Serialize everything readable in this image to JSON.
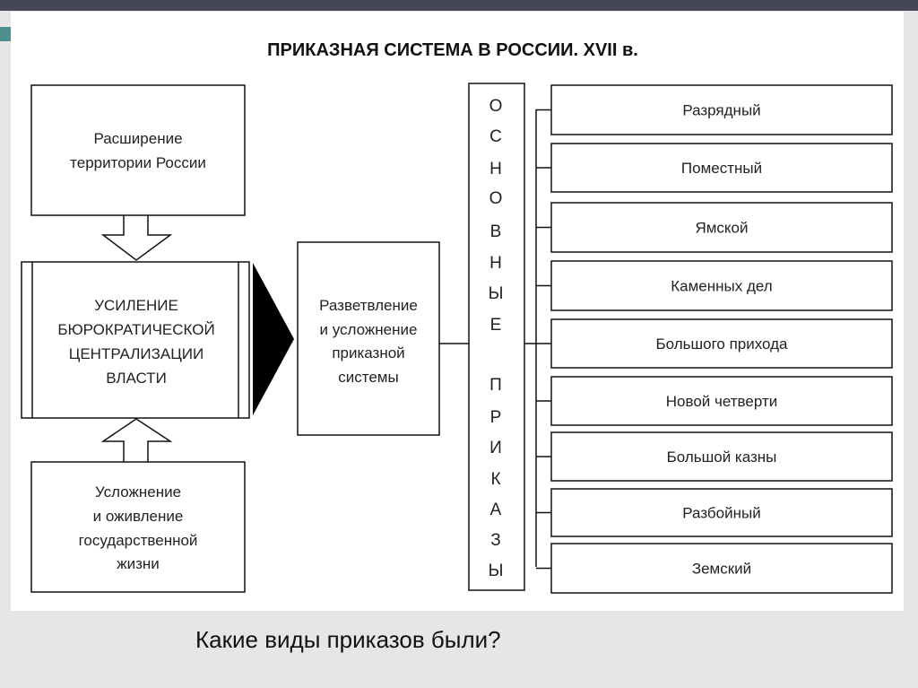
{
  "title": "ПРИКАЗНАЯ СИСТЕМА В РОССИИ. XVII в.",
  "left_boxes": {
    "expansion": [
      "Расширение",
      "территории России"
    ],
    "centralization": [
      "УСИЛЕНИЕ",
      "БЮРОКРАТИЧЕСКОЙ",
      "ЦЕНТРАЛИЗАЦИИ",
      "ВЛАСТИ"
    ],
    "state_life": [
      "Усложнение",
      "и оживление",
      "государственной",
      "жизни"
    ]
  },
  "middle_box": [
    "Разветвление",
    "и усложнение",
    "приказной",
    "системы"
  ],
  "vertical_label": {
    "word1": [
      "О",
      "С",
      "Н",
      "О",
      "В",
      "Н",
      "Ы",
      "Е"
    ],
    "word2": [
      "П",
      "Р",
      "И",
      "К",
      "А",
      "З",
      "Ы"
    ]
  },
  "prikazy": [
    "Разрядный",
    "Поместный",
    "Ямской",
    "Каменных дел",
    "Большого прихода",
    "Новой четверти",
    "Большой казны",
    "Разбойный",
    "Земский"
  ],
  "question": "Какие виды приказов были?"
}
